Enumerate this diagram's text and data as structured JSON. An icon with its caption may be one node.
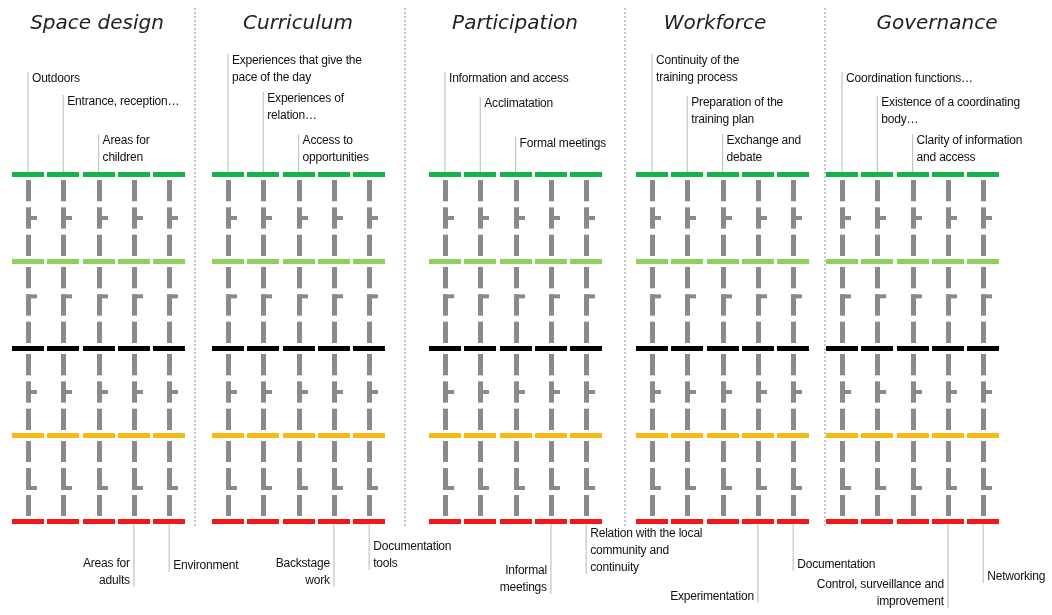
{
  "diagram": {
    "nodes": [
      {
        "text": [
          "Outdoors"
        ]
      },
      {
        "text": [
          "Entrance, reception…"
        ]
      },
      {
        "text": [
          "Areas for children"
        ]
      },
      {
        "text": [],
        "shape": "bar"
      },
      {
        "text": [],
        "shape": "bar"
      },
      {
        "text": [],
        "shape": "bar"
      },
      {
        "text": [],
        "shape": "bar"
      },
      {
        "text": [],
        "shape": "bar"
      },
      {
        "text": [
          "Areas for adults"
        ]
      },
      {
        "text": [
          "Environment"
        ]
      },
      {
        "text": [
          "Experiences that give the pace of the day"
        ]
      },
      {
        "text": [
          "Experiences of relation…"
        ]
      },
      {
        "text": [
          "Access to opportunities"
        ]
      },
      {
        "text": [],
        "shape": "bar"
      },
      {
        "text": [],
        "shape": "bar"
      },
      {
        "text": [],
        "shape": "bar"
      },
      {
        "text": [],
        "shape": "bar"
      },
      {
        "text": [],
        "shape": "bar"
      },
      {
        "text": [
          "Backstage work"
        ]
      },
      {
        "text": [
          "Documentation tools"
        ]
      },
      {
        "text": [
          "Information and access"
        ]
      },
      {
        "text": [
          "Acclimatation"
        ]
      },
      {
        "text": [
          "Formal meetings"
        ]
      },
      {
        "text": [],
        "shape": "bar"
      },
      {
        "text": [],
        "shape": "bar"
      },
      {
        "text": [],
        "shape": "bar"
      },
      {
        "text": [],
        "shape": "bar"
      },
      {
        "text": [],
        "shape": "bar"
      },
      {
        "text": [
          "Informal meetings"
        ]
      },
      {
        "text": [
          "Relation with the local community and continuity"
        ]
      },
      {
        "text": [
          "Continuity of the training process"
        ]
      },
      {
        "text": [
          "Preparation of the training plan"
        ]
      },
      {
        "text": [
          "Exchange and debate"
        ]
      },
      {
        "text": [],
        "shape": "bar"
      },
      {
        "text": [],
        "shape": "bar"
      },
      {
        "text": [],
        "shape": "bar"
      },
      {
        "text": [],
        "shape": "bar"
      },
      {
        "text": [],
        "shape": "bar"
      },
      {
        "text": [
          "Experimentation"
        ]
      },
      {
        "text": [
          "Documentation"
        ]
      },
      {
        "text": [
          "Coordination functions…"
        ]
      },
      {
        "text": [
          "Existence of a coordinating body…"
        ]
      },
      {
        "text": [
          "Clarity of information and access"
        ]
      },
      {
        "text": [],
        "shape": "bar"
      },
      {
        "text": [],
        "shape": "bar"
      },
      {
        "text": [],
        "shape": "bar"
      },
      {
        "text": [],
        "shape": "bar"
      },
      {
        "text": [],
        "shape": "bar"
      },
      {
        "text": [
          "Control, surveillance and improvement"
        ]
      },
      {
        "text": [
          "Networking"
        ]
      }
    ],
    "edges": [
      {
        "from": 0,
        "to": 3,
        "arrow": "none"
      },
      {
        "from": 1,
        "to": 4,
        "arrow": "none"
      },
      {
        "from": 2,
        "to": 5,
        "arrow": "none"
      },
      {
        "from": 8,
        "to": 6,
        "arrow": "none"
      },
      {
        "from": 9,
        "to": 7,
        "arrow": "none"
      },
      {
        "from": 10,
        "to": 13,
        "arrow": "none"
      },
      {
        "from": 11,
        "to": 14,
        "arrow": "none"
      },
      {
        "from": 12,
        "to": 15,
        "arrow": "none"
      },
      {
        "from": 18,
        "to": 16,
        "arrow": "none"
      },
      {
        "from": 19,
        "to": 17,
        "arrow": "none"
      },
      {
        "from": 20,
        "to": 23,
        "arrow": "none"
      },
      {
        "from": 21,
        "to": 24,
        "arrow": "none"
      },
      {
        "from": 22,
        "to": 25,
        "arrow": "none"
      },
      {
        "from": 28,
        "to": 26,
        "arrow": "none"
      },
      {
        "from": 29,
        "to": 27,
        "arrow": "none"
      },
      {
        "from": 30,
        "to": 33,
        "arrow": "none"
      },
      {
        "from": 31,
        "to": 34,
        "arrow": "none"
      },
      {
        "from": 32,
        "to": 35,
        "arrow": "none"
      },
      {
        "from": 38,
        "to": 36,
        "arrow": "none"
      },
      {
        "from": 39,
        "to": 37,
        "arrow": "none"
      },
      {
        "from": 40,
        "to": 43,
        "arrow": "none"
      },
      {
        "from": 41,
        "to": 44,
        "arrow": "none"
      },
      {
        "from": 42,
        "to": 45,
        "arrow": "none"
      },
      {
        "from": 48,
        "to": 46,
        "arrow": "none"
      },
      {
        "from": 49,
        "to": 47,
        "arrow": "none"
      }
    ],
    "labels": [
      "Space design",
      "Curriculum",
      "Participation",
      "Workforce",
      "Governance"
    ]
  }
}
